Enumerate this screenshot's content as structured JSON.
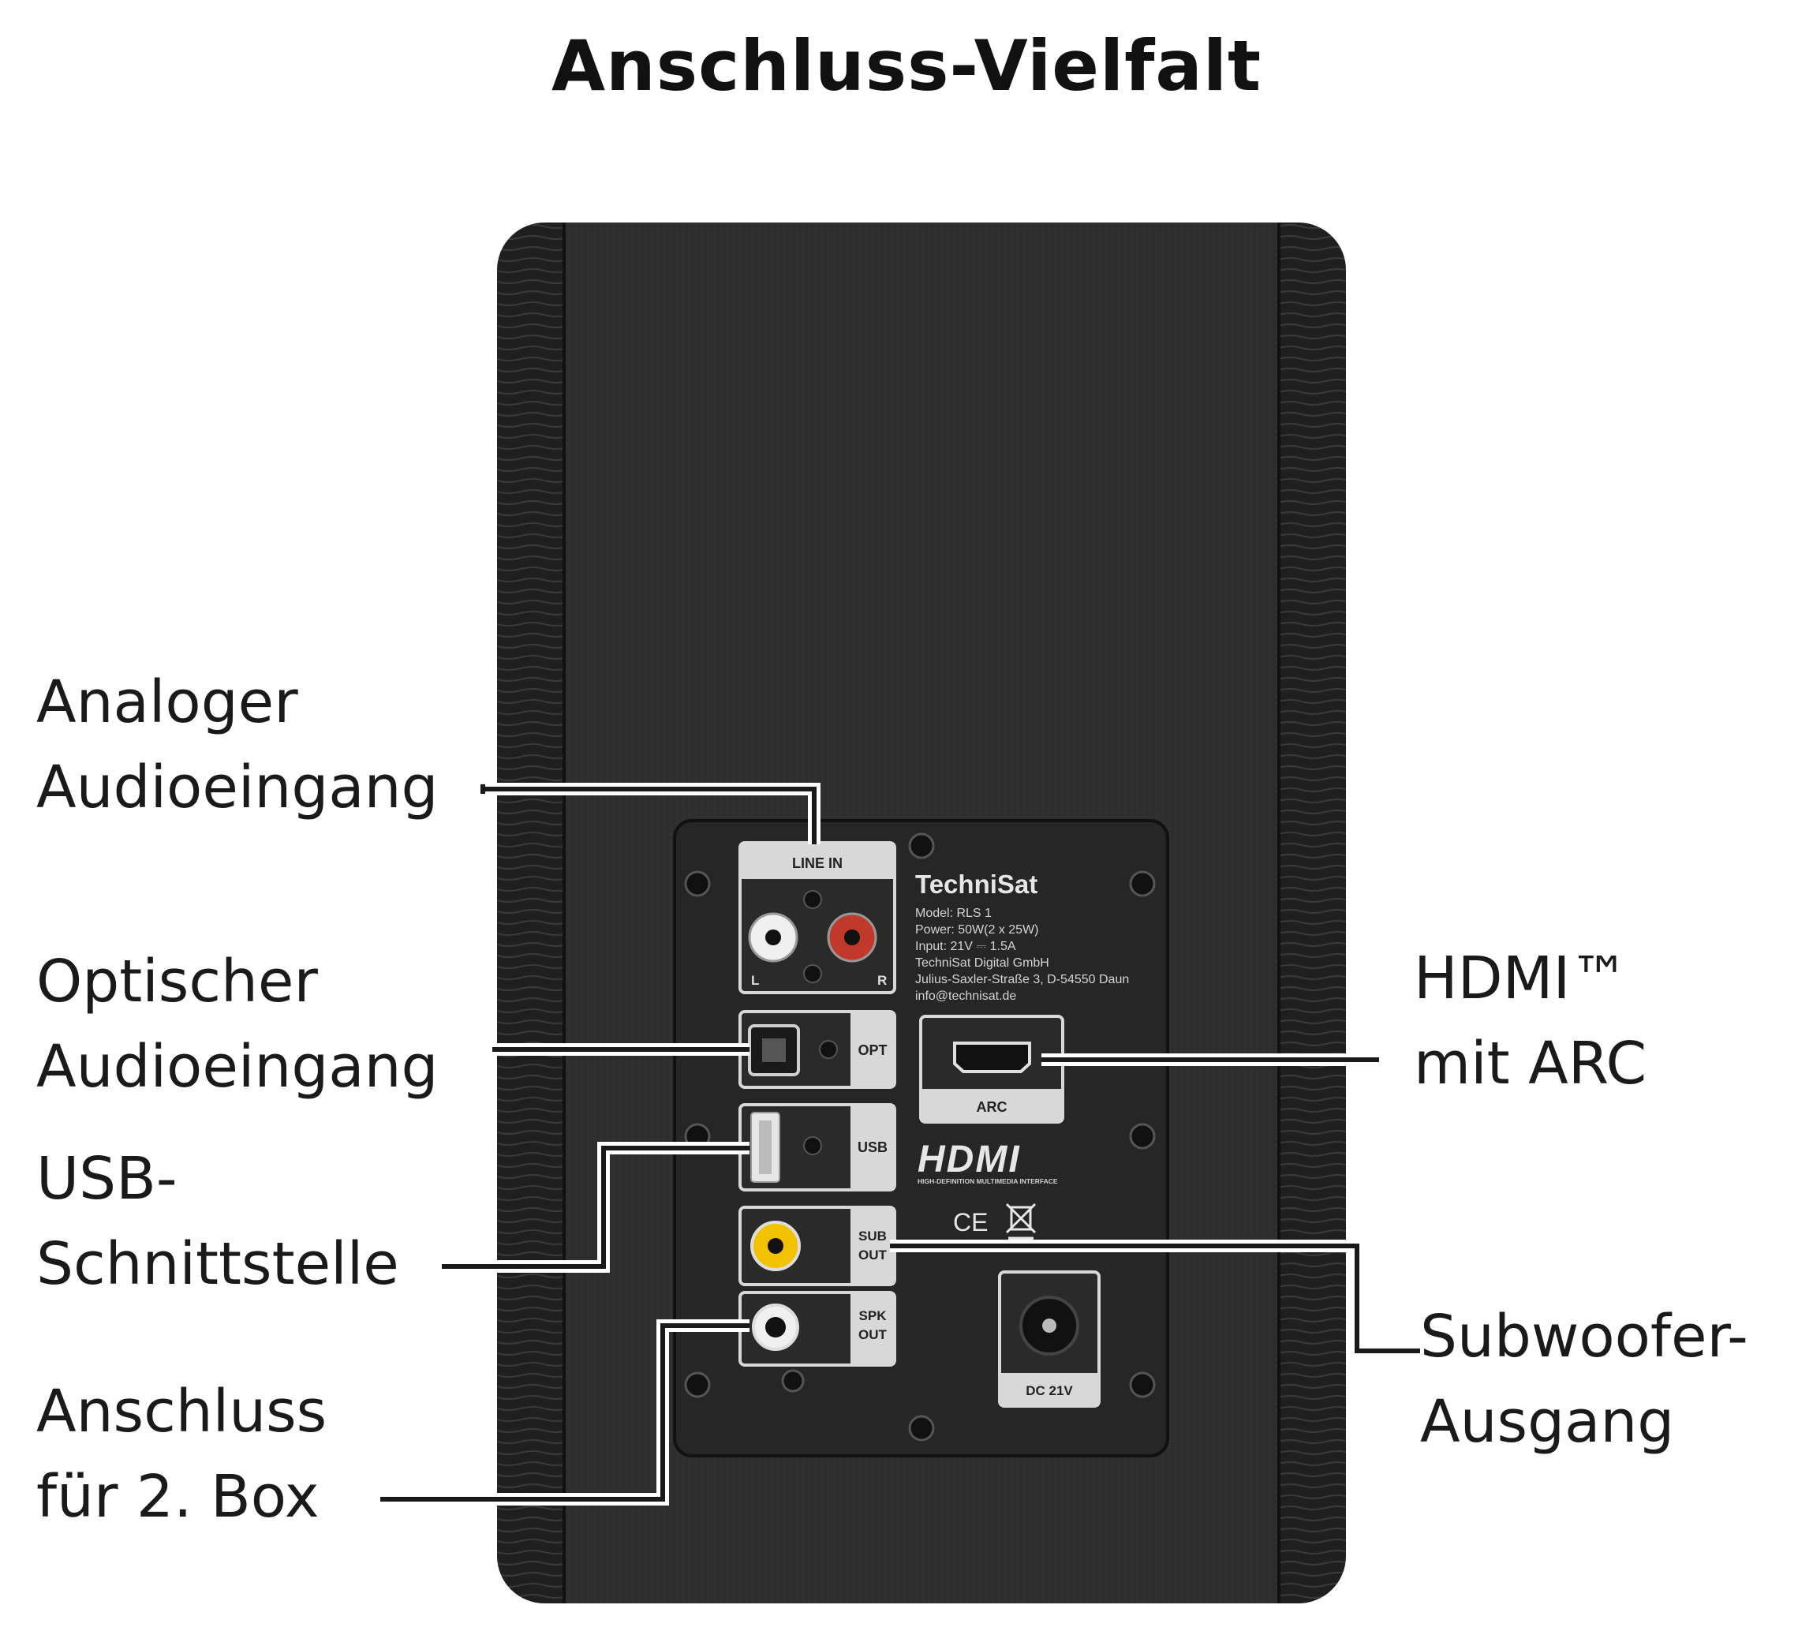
{
  "title": "Anschluss-Vielfalt",
  "callouts": {
    "analog": {
      "line1": "Analoger",
      "line2": "Audioeingang"
    },
    "optical": {
      "line1": "Optischer",
      "line2": "Audioeingang"
    },
    "usb": {
      "line1": "USB-",
      "line2": "Schnittstelle"
    },
    "speaker2": {
      "line1": "Anschluss",
      "line2": "für 2. Box"
    },
    "hdmi": {
      "line1": "HDMI™",
      "line2": "mit ARC"
    },
    "subwoofer": {
      "line1": "Subwoofer-",
      "line2": "Ausgang"
    }
  },
  "panel": {
    "line_in": "LINE IN",
    "left": "L",
    "right": "R",
    "opt": "OPT",
    "usb": "USB",
    "sub_out_1": "SUB",
    "sub_out_2": "OUT",
    "spk_out_1": "SPK",
    "spk_out_2": "OUT",
    "arc": "ARC",
    "dc": "DC 21V",
    "brand": "TechniSat",
    "hdmi_logo": "HDMI",
    "hdmi_sub": "HIGH-DEFINITION MULTIMEDIA INTERFACE",
    "ce": "CE",
    "label_lines": [
      "Model: RLS 1",
      "Power: 50W(2 x 25W)",
      "Input: 21V ⎓ 1.5A",
      "TechniSat Digital GmbH",
      "Julius-Saxler-Straße 3, D-54550 Daun",
      "info@technisat.de"
    ]
  },
  "colors": {
    "cabinet": "#2e2e2e",
    "wood": "#1f1f1f",
    "panel": "#262626",
    "port_label_bg": "#d8d8d8",
    "rca_red": "#c0392b",
    "rca_yellow": "#f2c200",
    "leader_line": "#1a1a1a"
  }
}
